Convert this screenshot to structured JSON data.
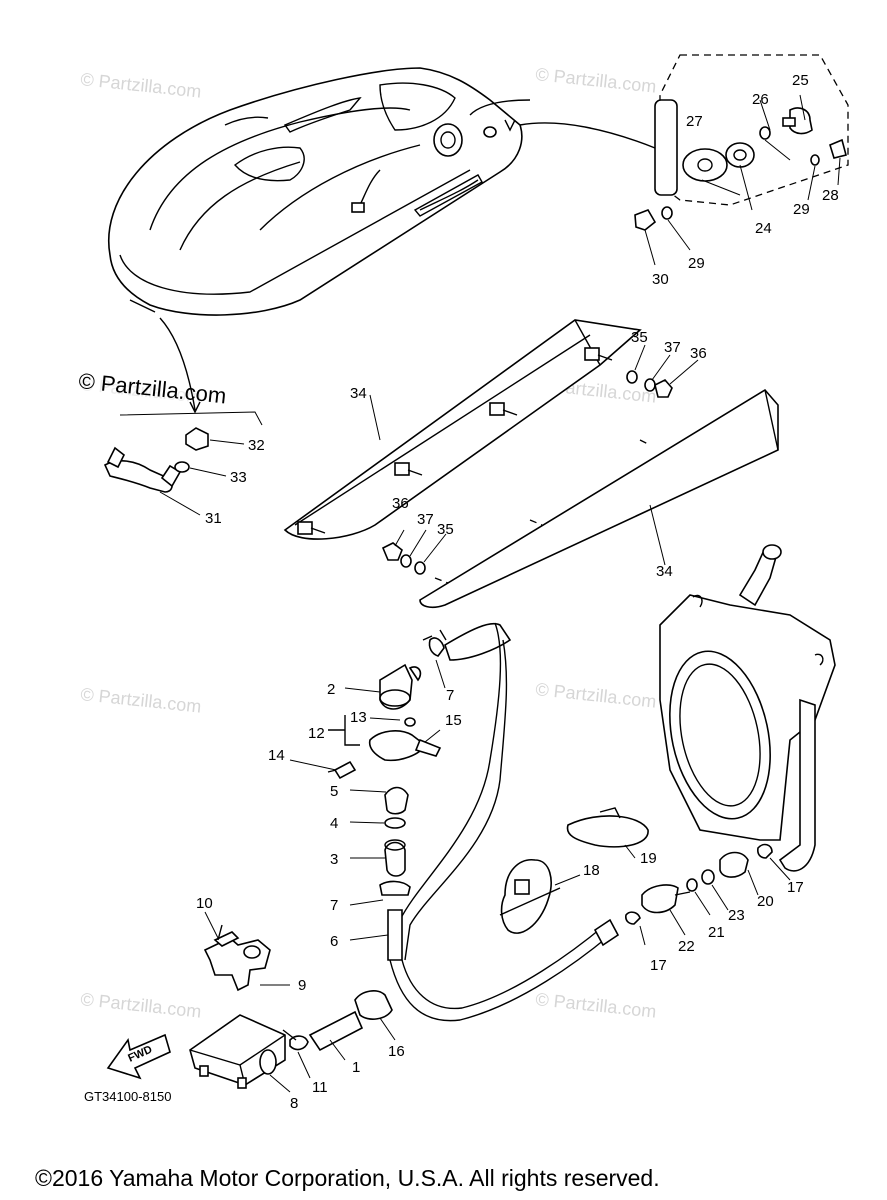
{
  "watermarks": [
    "© Partzilla.com",
    "© Partzilla.com",
    "© Partzilla.com",
    "© Partzilla.com",
    "© Partzilla.com",
    "© Partzilla.com",
    "© Partzilla.com",
    "© Partzilla.com"
  ],
  "watermark_bold": "© Partzilla.com",
  "callouts": [
    "1",
    "2",
    "3",
    "4",
    "5",
    "6",
    "7",
    "7",
    "8",
    "9",
    "10",
    "11",
    "12",
    "13",
    "14",
    "15",
    "16",
    "17",
    "17",
    "18",
    "19",
    "20",
    "21",
    "22",
    "23",
    "24",
    "25",
    "26",
    "27",
    "28",
    "29",
    "29",
    "30",
    "31",
    "32",
    "33",
    "34",
    "34",
    "35",
    "35",
    "36",
    "36",
    "37",
    "37"
  ],
  "fwd_label": "FWD",
  "diagram_code": "GT34100-8150",
  "copyright": "©2016 Yamaha Motor Corporation, U.S.A. All rights reserved."
}
